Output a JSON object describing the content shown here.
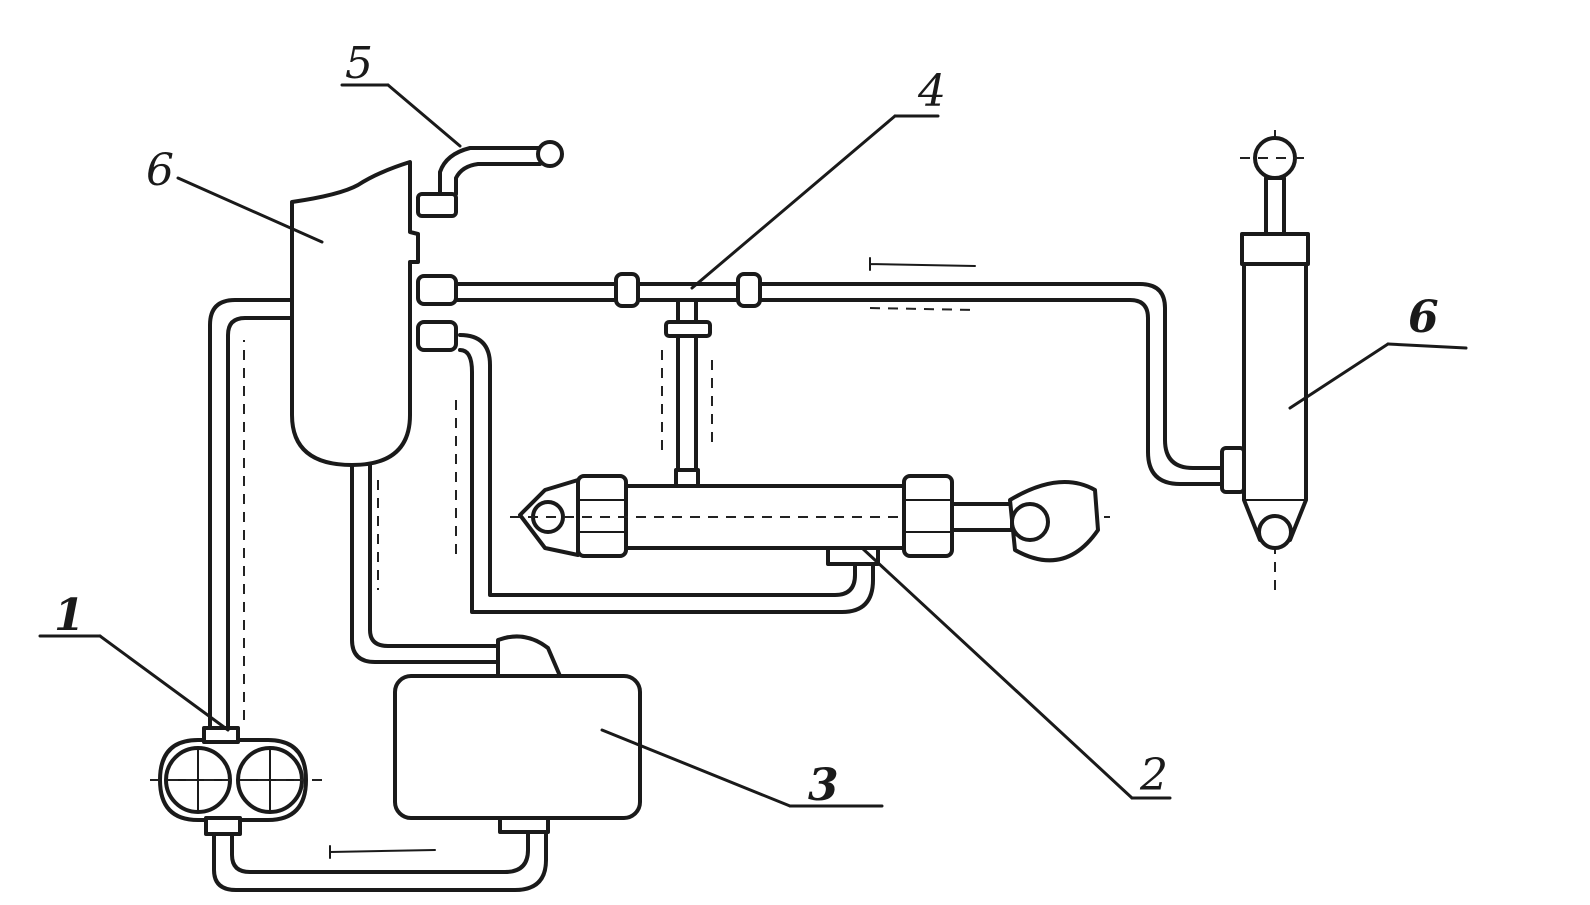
{
  "labels": {
    "pump": "1",
    "power_cylinder": "2",
    "oil_tank": "3",
    "distributor_tee": "4",
    "hose": "5",
    "accumulator": "6",
    "slave_cylinder": "6"
  },
  "colors": {
    "ink": "#1a1a1a",
    "paper": "#ffffff"
  }
}
